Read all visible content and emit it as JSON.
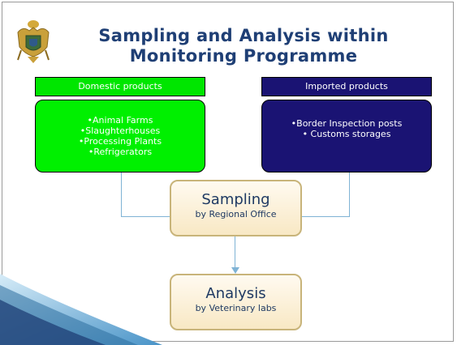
{
  "slide": {
    "title_line1": "Sampling and Analysis within",
    "title_line2": "Monitoring Programme",
    "emblem": "double-headed-eagle-emblem",
    "domestic": {
      "label": "Domestic products",
      "items": [
        "•Animal Farms",
        "•Slaughterhouses",
        "•Processing Plants",
        "•Refrigerators"
      ]
    },
    "imported": {
      "label": "Imported products",
      "items": [
        "•Border Inspection posts",
        "• Customs storages"
      ]
    },
    "sampling": {
      "title": "Sampling",
      "subtitle": "by Regional Office"
    },
    "analysis": {
      "title": "Analysis",
      "subtitle": "by Veterinary labs"
    }
  },
  "colors": {
    "title": "#1f3f75",
    "domestic_fill": "#00f000",
    "imported_fill": "#1a1373",
    "connector": "#7fb3d5",
    "process_border": "#c8b47a"
  }
}
